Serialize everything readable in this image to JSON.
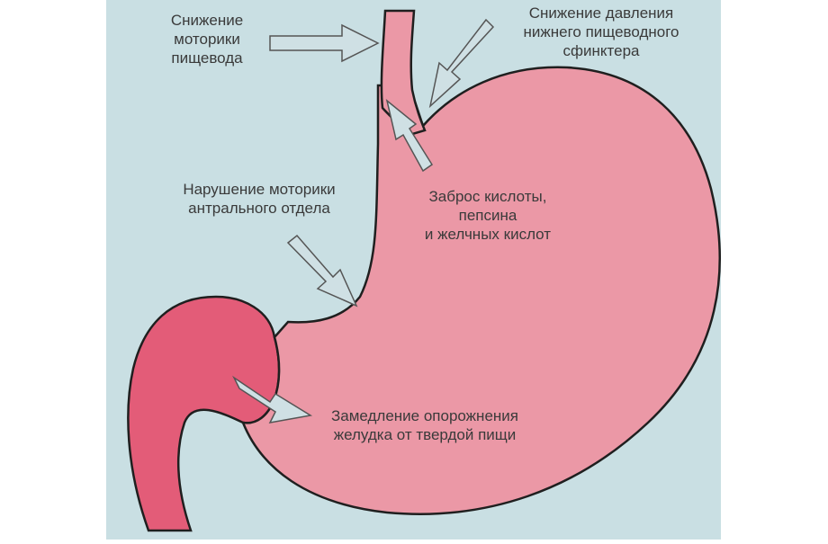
{
  "colors": {
    "background": "#c9dfe3",
    "stomach": "#eb98a6",
    "stomach_outline": "#1f1f1f",
    "duodenum": "#e35c78",
    "arrow_fill": "#cfe0e4",
    "arrow_stroke": "#555555",
    "text": "#3a3a3a"
  },
  "labels": {
    "esophagus_motility": [
      "Снижение",
      "моторики",
      "пищевода"
    ],
    "les_pressure": [
      "Снижение давления",
      "нижнего пищеводного",
      "сфинктера"
    ],
    "antral_motility": [
      "Нарушение моторики",
      "антрального отдела"
    ],
    "reflux": [
      "Заброс кислоты,",
      "пепсина",
      "и желчных кислот"
    ],
    "emptying": [
      "Замедление опорожнения",
      "желудка от твердой пищи"
    ]
  },
  "icons": [
    "arrow-icon"
  ]
}
